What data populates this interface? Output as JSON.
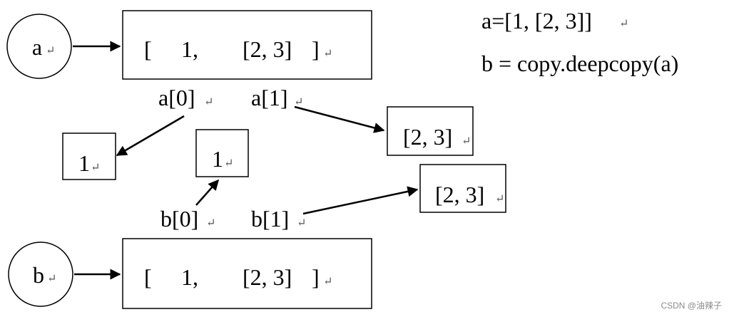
{
  "code": {
    "line1": "a=[1, [2, 3]]",
    "line2": "b = copy.deepcopy(a)"
  },
  "circles": {
    "a": "a",
    "b": "b"
  },
  "list_a": {
    "item0": "1,",
    "item1": "[2, 3]"
  },
  "list_b": {
    "item0": "1,",
    "item1": "[2, 3]"
  },
  "brackets": {
    "open": "[",
    "close": "]"
  },
  "index_labels": {
    "a0": "a[0]",
    "a1": "a[1]",
    "b0": "b[0]",
    "b1": "b[1]"
  },
  "objects": {
    "a0": "1",
    "b0": "1",
    "a1": "[2, 3]",
    "b1": "[2, 3]"
  },
  "return_mark": "↵",
  "watermark": "CSDN @油辣子"
}
